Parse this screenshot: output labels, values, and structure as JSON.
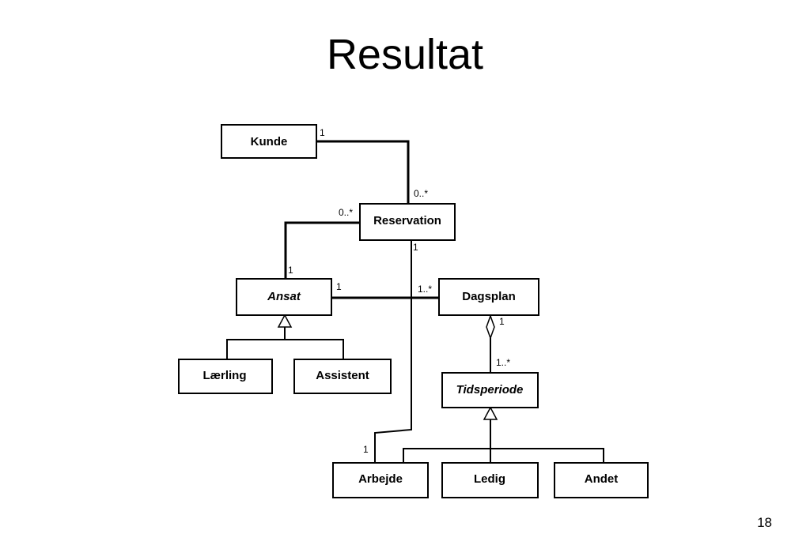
{
  "slide": {
    "title": "Resultat",
    "page_number": "18"
  },
  "diagram": {
    "classes": {
      "kunde": "Kunde",
      "reservation": "Reservation",
      "ansat": "Ansat",
      "dagsplan": "Dagsplan",
      "laerling": "Lærling",
      "assistent": "Assistent",
      "tidsperiode": "Tidsperiode",
      "arbejde": "Arbejde",
      "ledig": "Ledig",
      "andet": "Andet"
    },
    "multiplicities": {
      "kunde_reservation_kunde": "1",
      "kunde_reservation_reservation": "0..*",
      "ansat_reservation_reservation": "0..*",
      "ansat_reservation_ansat": "1",
      "reservation_arbejde_reservation": "1",
      "reservation_arbejde_arbejde": "1",
      "ansat_dagsplan_ansat": "1",
      "ansat_dagsplan_dagsplan": "1..*",
      "dagsplan_tidsperiode_dagsplan": "1",
      "dagsplan_tidsperiode_tidsperiode": "1..*"
    }
  }
}
